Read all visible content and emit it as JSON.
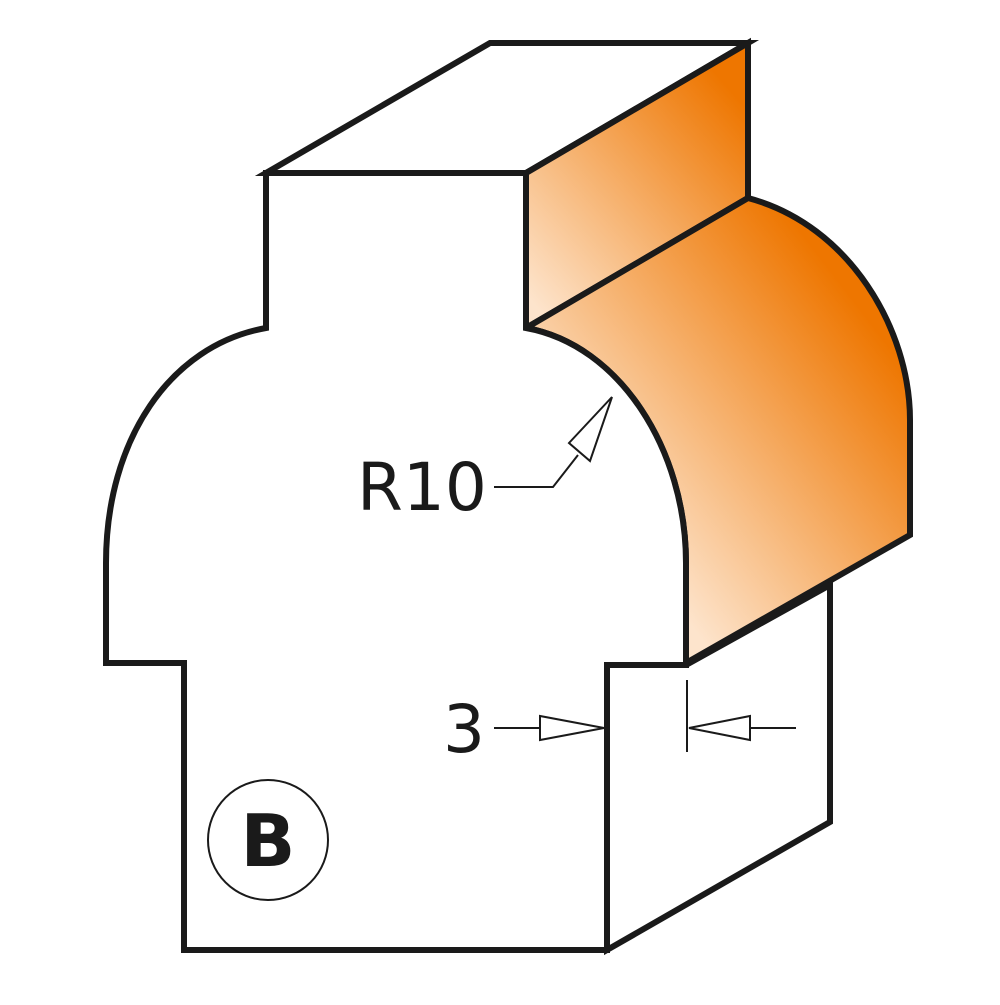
{
  "diagram": {
    "radius_label": "R10",
    "offset_label": "3",
    "badge_letter": "B"
  },
  "colors": {
    "outline": "#1a1a1a",
    "profile_dark": "#ee7600",
    "profile_light": "#fde4cc",
    "background": "#ffffff"
  }
}
